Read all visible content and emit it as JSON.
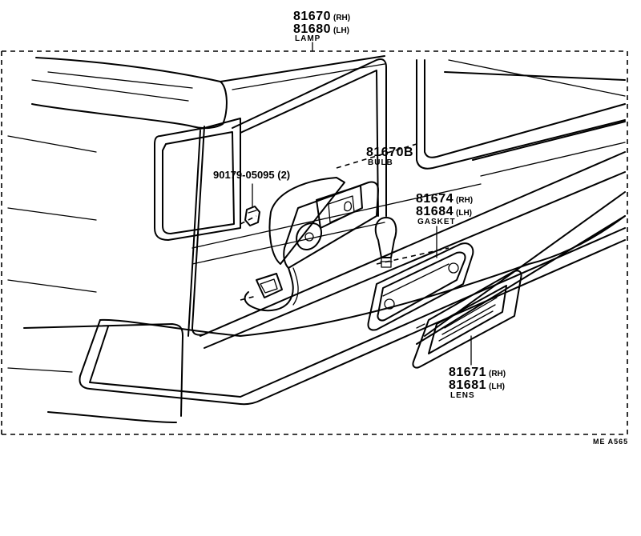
{
  "parts": {
    "lamp": {
      "rh": "81670",
      "rh_side": "(RH)",
      "lh": "81680",
      "lh_side": "(LH)",
      "name": "LAMP"
    },
    "bulb": {
      "number": "81670B",
      "name": "BULB"
    },
    "nut": {
      "number": "90179-05095 (2)"
    },
    "gasket": {
      "rh": "81674",
      "rh_side": "(RH)",
      "lh": "81684",
      "lh_side": "(LH)",
      "name": "GASKET"
    },
    "lens": {
      "rh": "81671",
      "rh_side": "(RH)",
      "lh": "81681",
      "lh_side": "(LH)",
      "name": "LENS"
    }
  },
  "reference_code": "ME  A565"
}
